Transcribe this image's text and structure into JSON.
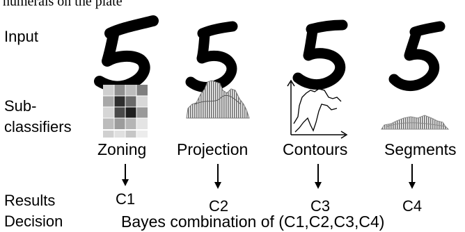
{
  "caption": "numerals on the plate",
  "rows": {
    "input": "Input",
    "subclassifiers_line1": "Sub-",
    "subclassifiers_line2": "classifiers",
    "results": "Results",
    "decision": "Decision"
  },
  "input_digit": "5",
  "methods": [
    {
      "label": "Zoning",
      "result": "C1"
    },
    {
      "label": "Projection",
      "result": "C2"
    },
    {
      "label": "Contours",
      "result": "C3"
    },
    {
      "label": "Segments",
      "result": "C4"
    }
  ],
  "decision_text": "Bayes combination of (C1,C2,C3,C4)"
}
